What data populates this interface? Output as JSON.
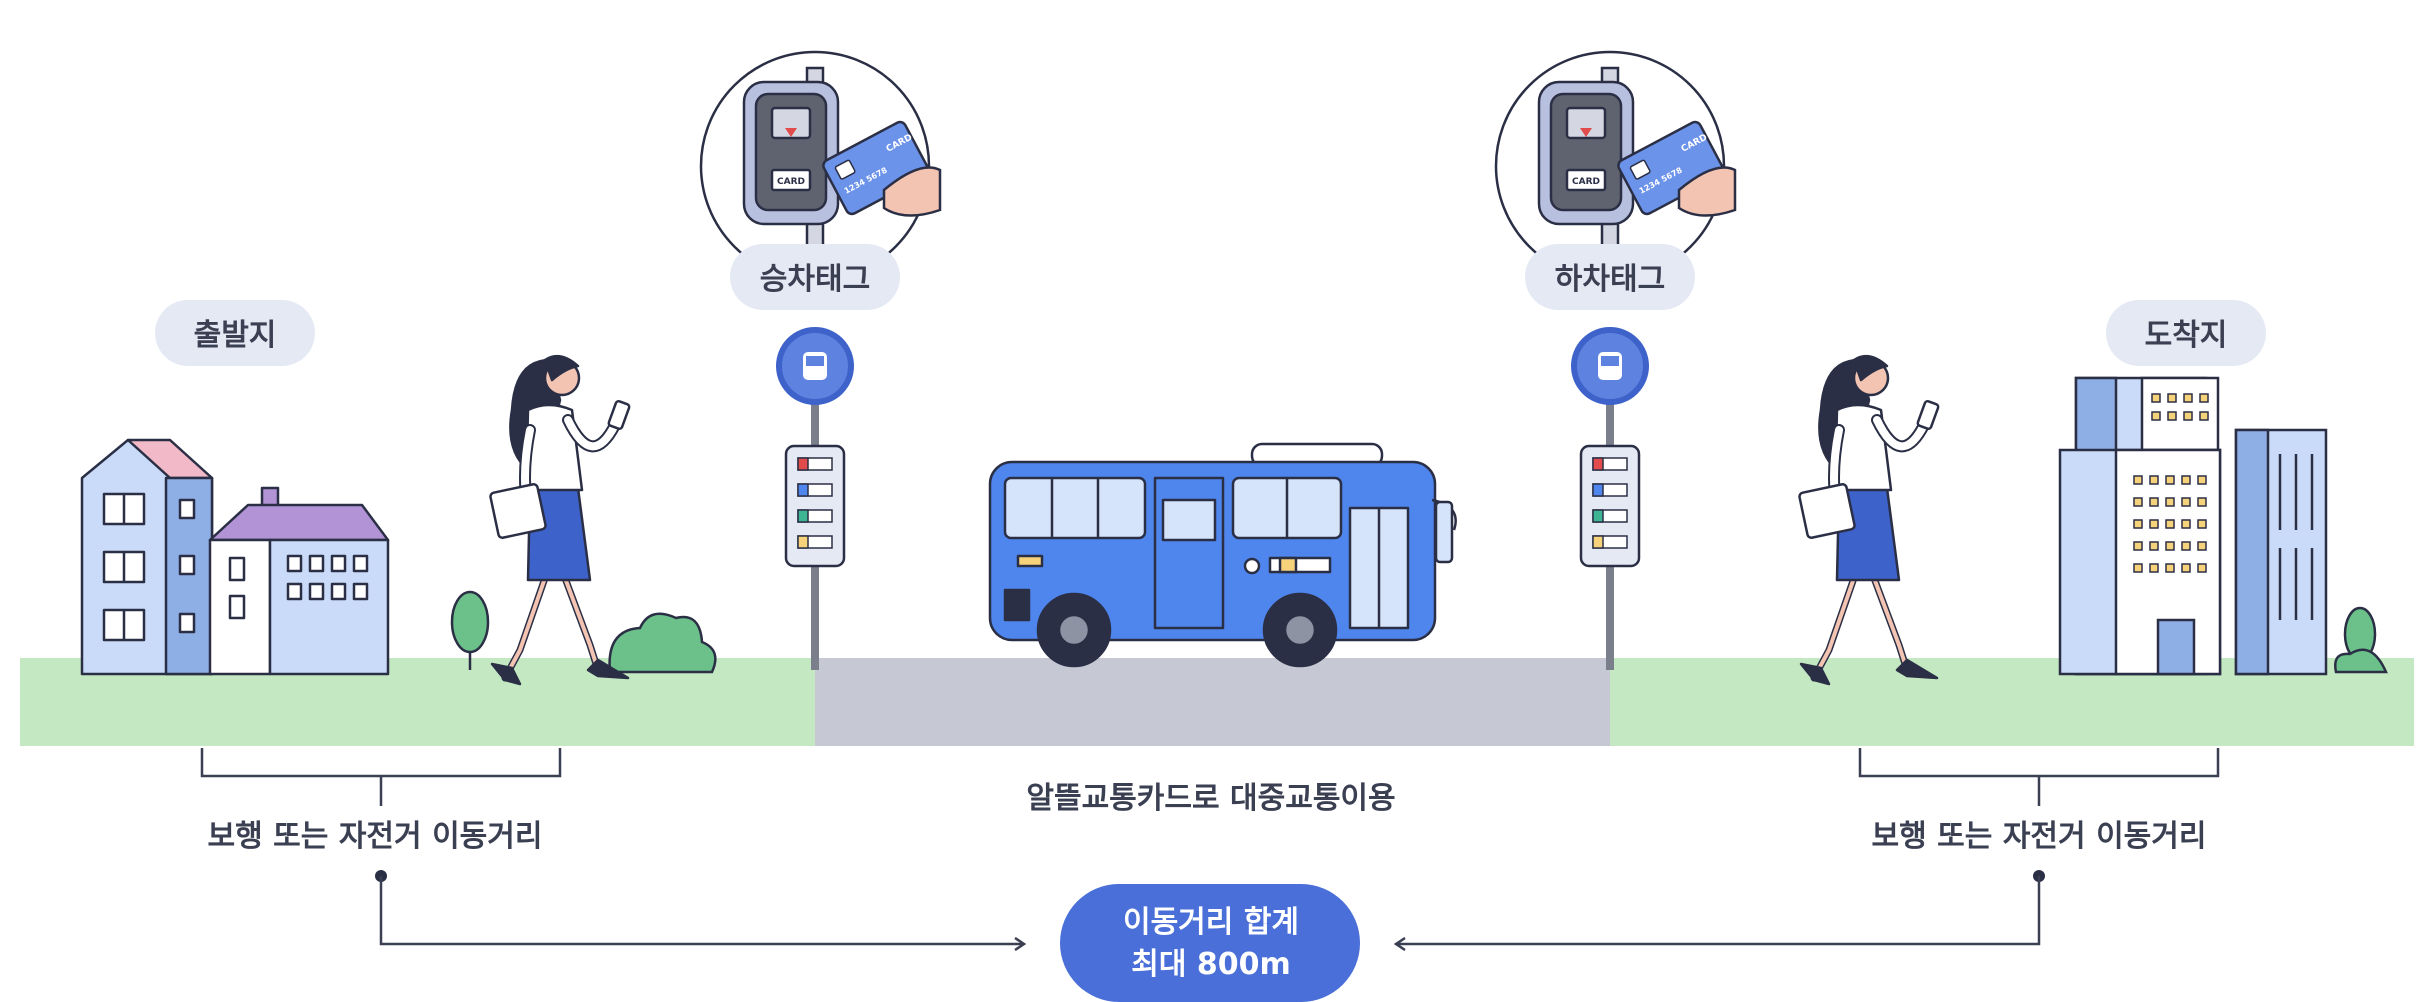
{
  "labels": {
    "origin": "출발지",
    "destination": "도착지",
    "board_tag": "승차태그",
    "alight_tag": "하차태그",
    "walk_left": "보행 또는 자전거 이동거리",
    "walk_right": "보행 또는 자전거 이동거리",
    "transit": "알뜰교통카드로 대중교통이용",
    "total_line1": "이동거리 합계",
    "total_line2": "최대 800m"
  },
  "reader": {
    "card_slot_label": "CARD",
    "card_brand": "CARD",
    "card_number": "1234 5678"
  },
  "colors": {
    "accent_blue": "#4a6fd8",
    "pill_bg": "#e4e9f4",
    "grass": "#c4e9c2",
    "road": "#c6c9d4",
    "bus_blue": "#4f86ee",
    "outline": "#2b2f45",
    "text_dark": "#3a3f52"
  }
}
